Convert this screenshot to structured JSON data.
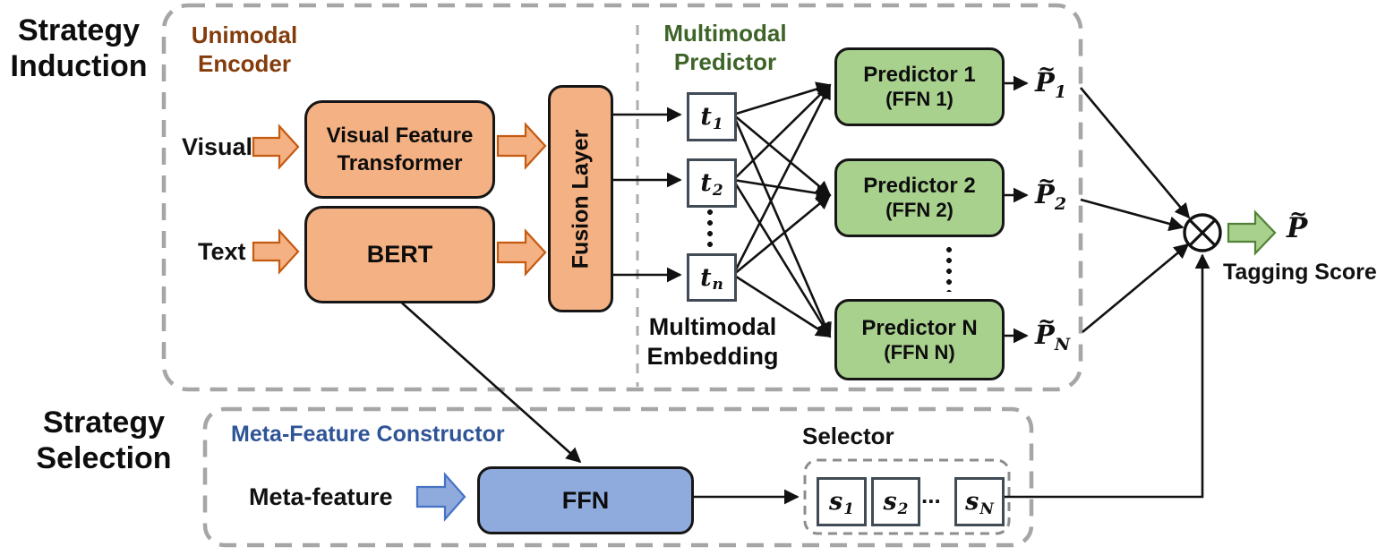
{
  "titles": {
    "induction": "Strategy Induction",
    "selection": "Strategy Selection"
  },
  "colors": {
    "orange-fill": "#F4B183",
    "orange-stroke": "#C55A11",
    "green-fill": "#A9D18E",
    "green-stroke": "#538135",
    "blue-fill": "#8FAADC",
    "blue-stroke": "#4472C4",
    "brown-text": "#843C0C",
    "green-text": "#3E6428",
    "blue-text": "#2F5496",
    "dash": "#A6A6A6",
    "line": "#111111"
  },
  "math": {
    "tilde": "~"
  },
  "unimodal": {
    "label": "Unimodal Encoder",
    "visual_input": "Visual",
    "text_input": "Text",
    "vft": "Visual Feature Transformer",
    "bert": "BERT",
    "fusion": "Fusion Layer"
  },
  "multimodal": {
    "label": "Multimodal Predictor",
    "embedding_label": "Multimodal Embedding",
    "tokens": [
      {
        "base": "t",
        "sub": "1"
      },
      {
        "base": "t",
        "sub": "2"
      },
      {
        "base": "t",
        "sub": "n"
      }
    ],
    "predictors": [
      {
        "name": "Predictor 1",
        "sub": "(FFN 1)"
      },
      {
        "name": "Predictor 2",
        "sub": "(FFN 2)"
      },
      {
        "name": "Predictor N",
        "sub": "(FFN N)"
      }
    ],
    "outputs": [
      {
        "base": "P",
        "sub": "1"
      },
      {
        "base": "P",
        "sub": "2"
      },
      {
        "base": "P",
        "sub": "N"
      }
    ]
  },
  "output": {
    "base": "P",
    "label": "Tagging Score"
  },
  "selection": {
    "constructor_label": "Meta-Feature Constructor",
    "input_label": "Meta-feature",
    "ffn": "FFN",
    "selector_label": "Selector",
    "slots": [
      {
        "base": "s",
        "sub": "1"
      },
      {
        "base": "s",
        "sub": "2"
      },
      {
        "base": "s",
        "sub": "N"
      }
    ],
    "ellipsis": "..."
  }
}
